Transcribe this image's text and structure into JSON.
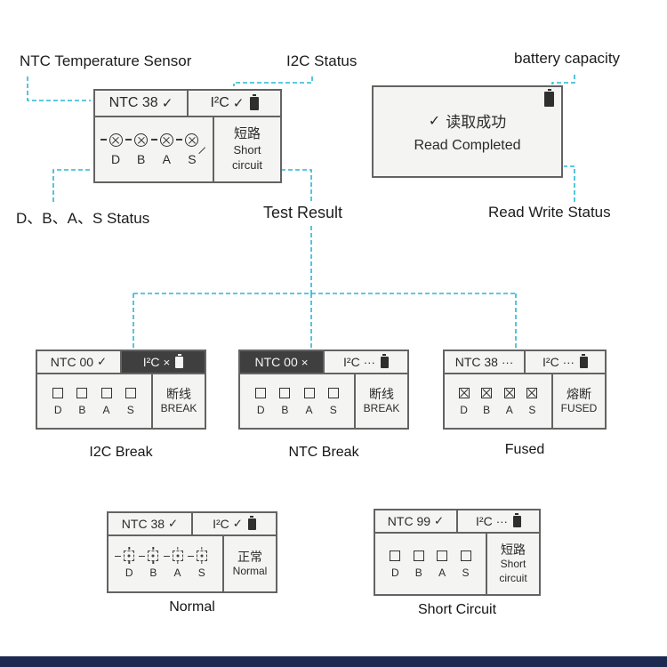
{
  "colors": {
    "accent": "#2ab5d5",
    "bottom_bar": "#1c2a52",
    "screen_border": "#636363",
    "inverted_segment": "#3f3f3f",
    "screen_background": "#f4f4f2"
  },
  "callouts": {
    "ntc_sensor": "NTC Temperature Sensor",
    "i2c_status": "I2C Status",
    "battery_capacity": "battery capacity",
    "dbas_status": "D、B、A、S Status",
    "test_result": "Test Result",
    "read_write_status": "Read Write Status"
  },
  "screens": {
    "main": {
      "ntc": "NTC 38",
      "ntc_mark": "✓",
      "i2c": "I²C",
      "i2c_mark": "✓",
      "battery_icon": "battery-icon",
      "pin_icon": "circle-x-icon",
      "pins": [
        "D",
        "B",
        "A",
        "S"
      ],
      "result_cn": "短路",
      "result_en": [
        "Short",
        "circuit"
      ]
    },
    "read_completed": {
      "mark": "✓",
      "text_cn": "读取成功",
      "text_en": "Read Completed",
      "battery_icon": "battery-icon"
    },
    "i2c_break": {
      "caption": "I2C Break",
      "ntc": "NTC 00",
      "ntc_mark": "✓",
      "i2c": "I²C",
      "i2c_mark": "×",
      "pin_icon": "square-icon",
      "pins": [
        "D",
        "B",
        "A",
        "S"
      ],
      "result_cn": "断线",
      "result_en": [
        "BREAK"
      ]
    },
    "ntc_break": {
      "caption": "NTC Break",
      "ntc": "NTC 00",
      "ntc_mark": "×",
      "i2c": "I²C",
      "i2c_mark": "···",
      "pin_icon": "square-icon",
      "pins": [
        "D",
        "B",
        "A",
        "S"
      ],
      "result_cn": "断线",
      "result_en": [
        "BREAK"
      ]
    },
    "fused": {
      "caption": "Fused",
      "ntc": "NTC 38",
      "ntc_mark": "···",
      "i2c": "I²C",
      "i2c_mark": "···",
      "pin_icon": "x-square-icon",
      "pins": [
        "D",
        "B",
        "A",
        "S"
      ],
      "result_cn": "熔断",
      "result_en": [
        "FUSED"
      ]
    },
    "normal": {
      "caption": "Normal",
      "ntc": "NTC 38",
      "ntc_mark": "✓",
      "i2c": "I²C",
      "i2c_mark": "✓",
      "pin_icon": "dashed-square-icon",
      "pins": [
        "D",
        "B",
        "A",
        "S"
      ],
      "result_cn": "正常",
      "result_en": [
        "Normal"
      ]
    },
    "short_circuit": {
      "caption": "Short Circuit",
      "ntc": "NTC 99",
      "ntc_mark": "✓",
      "i2c": "I²C",
      "i2c_mark": "···",
      "pin_icon": "square-icon",
      "pins": [
        "D",
        "B",
        "A",
        "S"
      ],
      "result_cn": "短路",
      "result_en": [
        "Short",
        "circuit"
      ]
    }
  }
}
